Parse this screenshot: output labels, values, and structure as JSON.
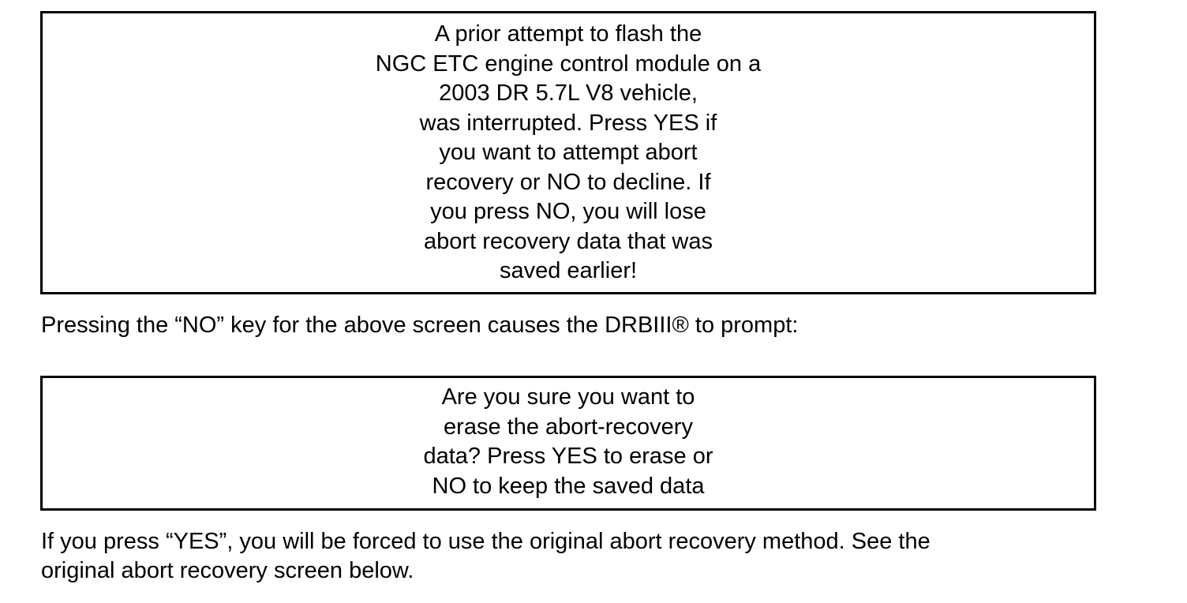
{
  "screen_1": {
    "lines": [
      "A prior attempt to flash the",
      "NGC ETC engine control module on a",
      "2003 DR 5.7L V8 vehicle,",
      "was interrupted. Press YES if",
      "you want to attempt abort",
      "recovery or NO to decline. If",
      "you press NO, you will lose",
      "abort recovery data that was",
      "saved earlier!"
    ]
  },
  "paragraph_1": {
    "text": "Pressing the “NO” key for the above screen causes the DRBIII® to prompt:"
  },
  "screen_2": {
    "lines": [
      "Are you sure you want to",
      "erase the abort-recovery",
      "data? Press YES to erase or",
      "NO to keep the saved data"
    ]
  },
  "paragraph_2": {
    "lines": [
      "If you press “YES”, you will be forced to use the original abort recovery method. See the",
      "original abort recovery screen below."
    ]
  }
}
